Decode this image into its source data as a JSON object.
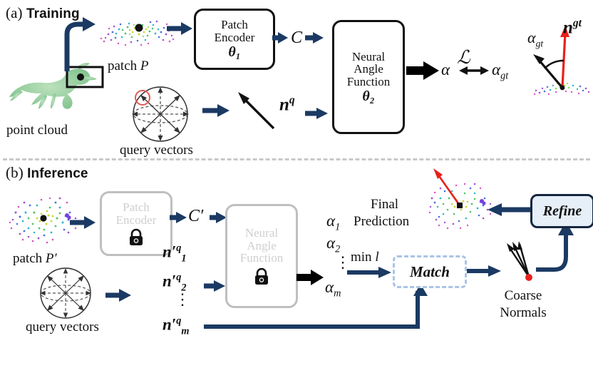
{
  "figure": {
    "caption_a": "(a) Training",
    "caption_b": "(b) Inference",
    "accent_arrow": "#1b3a63",
    "accent_black": "#000000",
    "accent_red": "#e8211c",
    "refine_fill": "#e6eef7",
    "match_border": "#a9c4e6",
    "dim_gray": "#cfcfcf"
  },
  "training": {
    "label_a_prefix": "(a)",
    "label_a_title": "Training",
    "point_cloud_label": "point cloud",
    "patch_label_prefix": "patch",
    "patch_label_symbol": "P",
    "query_vectors_label": "query vectors",
    "patch_encoder": {
      "line1": "Patch",
      "line2": "Encoder",
      "param": "θ₁"
    },
    "neural_angle_function": {
      "line1": "Neural",
      "line2": "Angle",
      "line3": "Function",
      "param": "θ₂"
    },
    "code_symbol": "C",
    "query_vector_symbol": {
      "base": "n",
      "sup": "q"
    },
    "loss_symbol": "ℒ",
    "alpha_pred": "α",
    "alpha_gt": {
      "base": "α",
      "sub": "gt"
    },
    "normal_gt": {
      "base": "n",
      "sup": "gt"
    },
    "angle_gt_annotation": {
      "base": "α",
      "sub": "gt"
    }
  },
  "inference": {
    "label_b_prefix": "(b)",
    "label_b_title": "Inference",
    "patch_label_prefix": "patch",
    "patch_label_symbol": "P′",
    "query_vectors_label": "query vectors",
    "patch_encoder": {
      "line1": "Patch",
      "line2": "Encoder",
      "lock": "lock-icon"
    },
    "neural_angle_function": {
      "line1": "Neural",
      "line2": "Angle",
      "line3": "Function",
      "lock": "lock-icon"
    },
    "code_symbol": "C′",
    "query_vectors": [
      {
        "base": "n′",
        "sup": "q",
        "sub": "1"
      },
      {
        "base": "n′",
        "sup": "q",
        "sub": "2"
      },
      {
        "base": "n′",
        "sup": "q",
        "sub": "m"
      }
    ],
    "query_vectors_ellipsis": "⋮",
    "angles": [
      {
        "base": "α",
        "sub": "1"
      },
      {
        "base": "α",
        "sub": "2"
      },
      {
        "base": "α",
        "sub": "m"
      }
    ],
    "angles_ellipsis": "⋮",
    "min_loss_label": {
      "text": "min",
      "symbol": "l"
    },
    "match_label": "Match",
    "coarse_normals_label_line1": "Coarse",
    "coarse_normals_label_line2": "Normals",
    "refine_label": "Refine",
    "final_prediction_line1": "Final",
    "final_prediction_line2": "Prediction"
  }
}
